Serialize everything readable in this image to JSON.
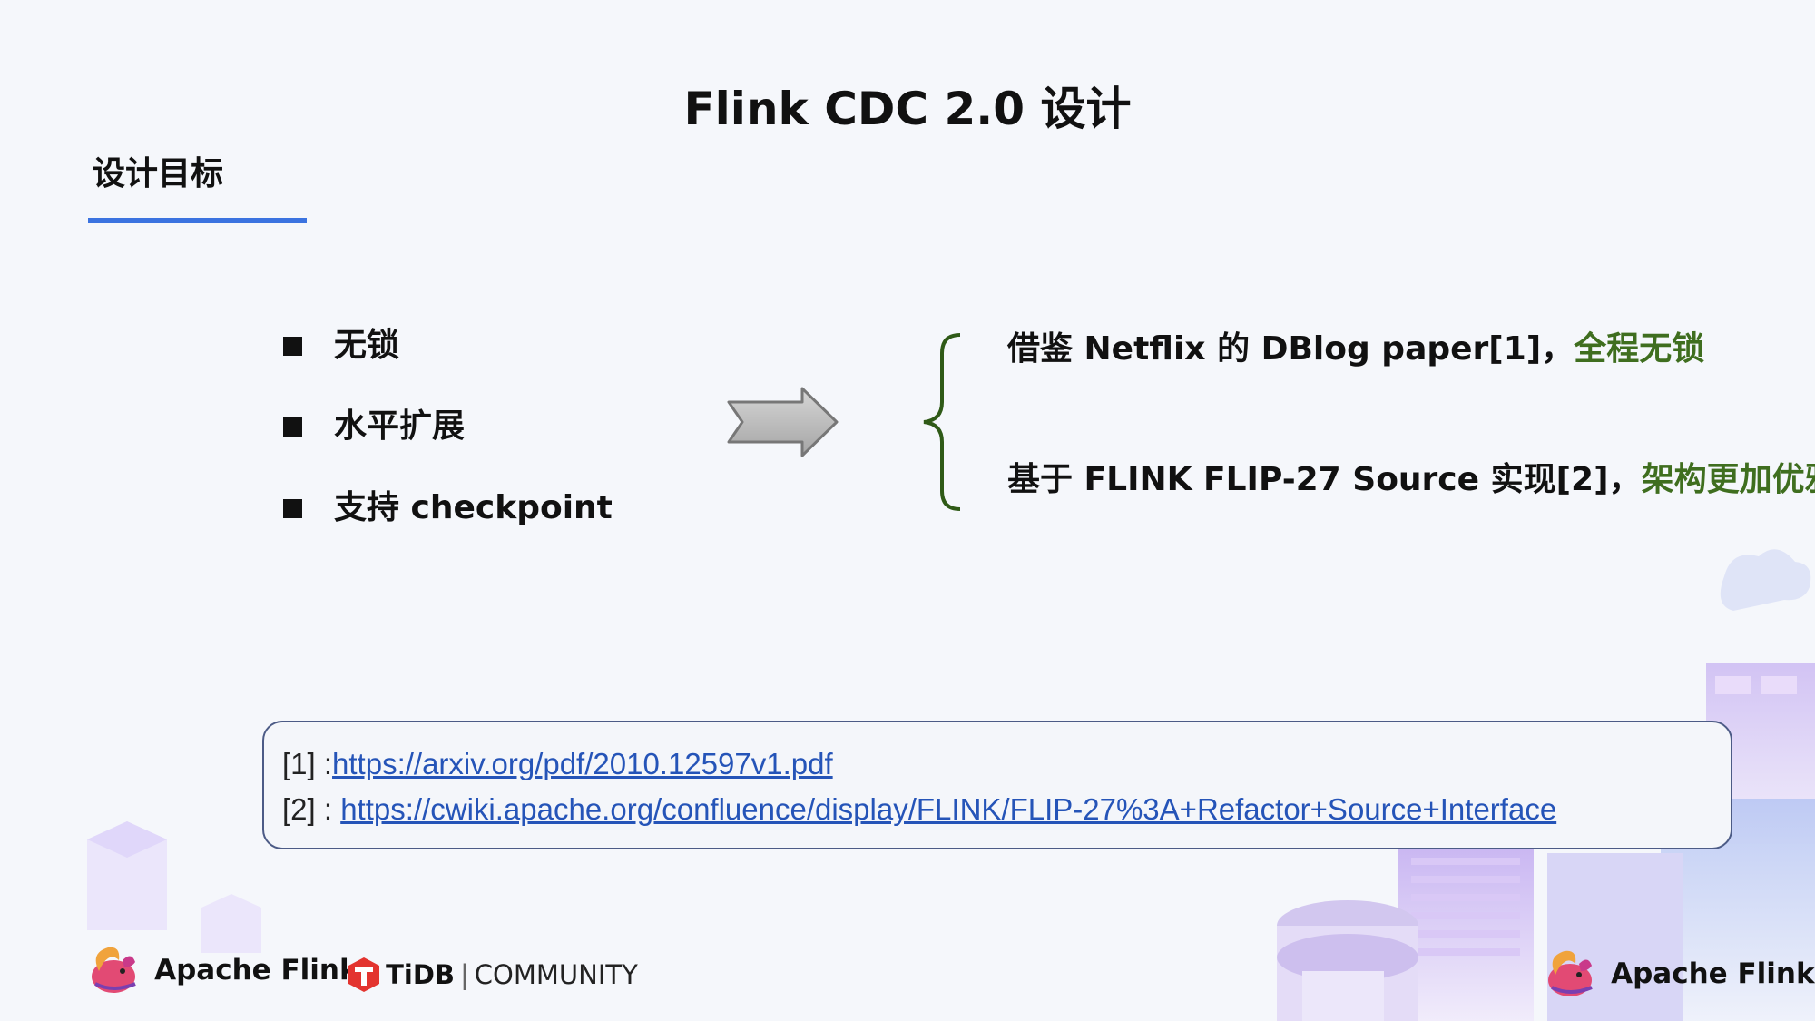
{
  "slide": {
    "title": "Flink CDC 2.0 设计",
    "section_header": "设计目标"
  },
  "goals": [
    {
      "label": "无锁"
    },
    {
      "label": "水平扩展"
    },
    {
      "label": "支持 checkpoint"
    }
  ],
  "statements": [
    {
      "text": "借鉴 Netflix 的 DBlog  paper[1]，",
      "highlight": "全程无锁"
    },
    {
      "text": "基于 FLINK FLIP-27 Source 实现[2]，",
      "highlight": "架构更加优雅"
    }
  ],
  "references": [
    {
      "prefix": "[1] :",
      "url": "https://arxiv.org/pdf/2010.12597v1.pdf"
    },
    {
      "prefix": "[2] : ",
      "url": "https://cwiki.apache.org/confluence/display/FLINK/FLIP-27%3A+Refactor+Source+Interface"
    }
  ],
  "footer": {
    "left_brand": "Apache Flink",
    "tidb_name": "TiDB",
    "tidb_separator": "|",
    "tidb_community": "COMMUNITY",
    "right_brand": "Apache Flink"
  },
  "icons": {
    "arrow": "right-arrow-icon",
    "brace": "left-brace-icon",
    "flink_logo": "squirrel-logo-icon",
    "tidb_logo": "tidb-logo-icon"
  },
  "colors": {
    "accent_blue": "#3b73e0",
    "highlight_green": "#3f6e1f",
    "link_blue": "#2554b8",
    "brace_green": "#2f5a17"
  }
}
